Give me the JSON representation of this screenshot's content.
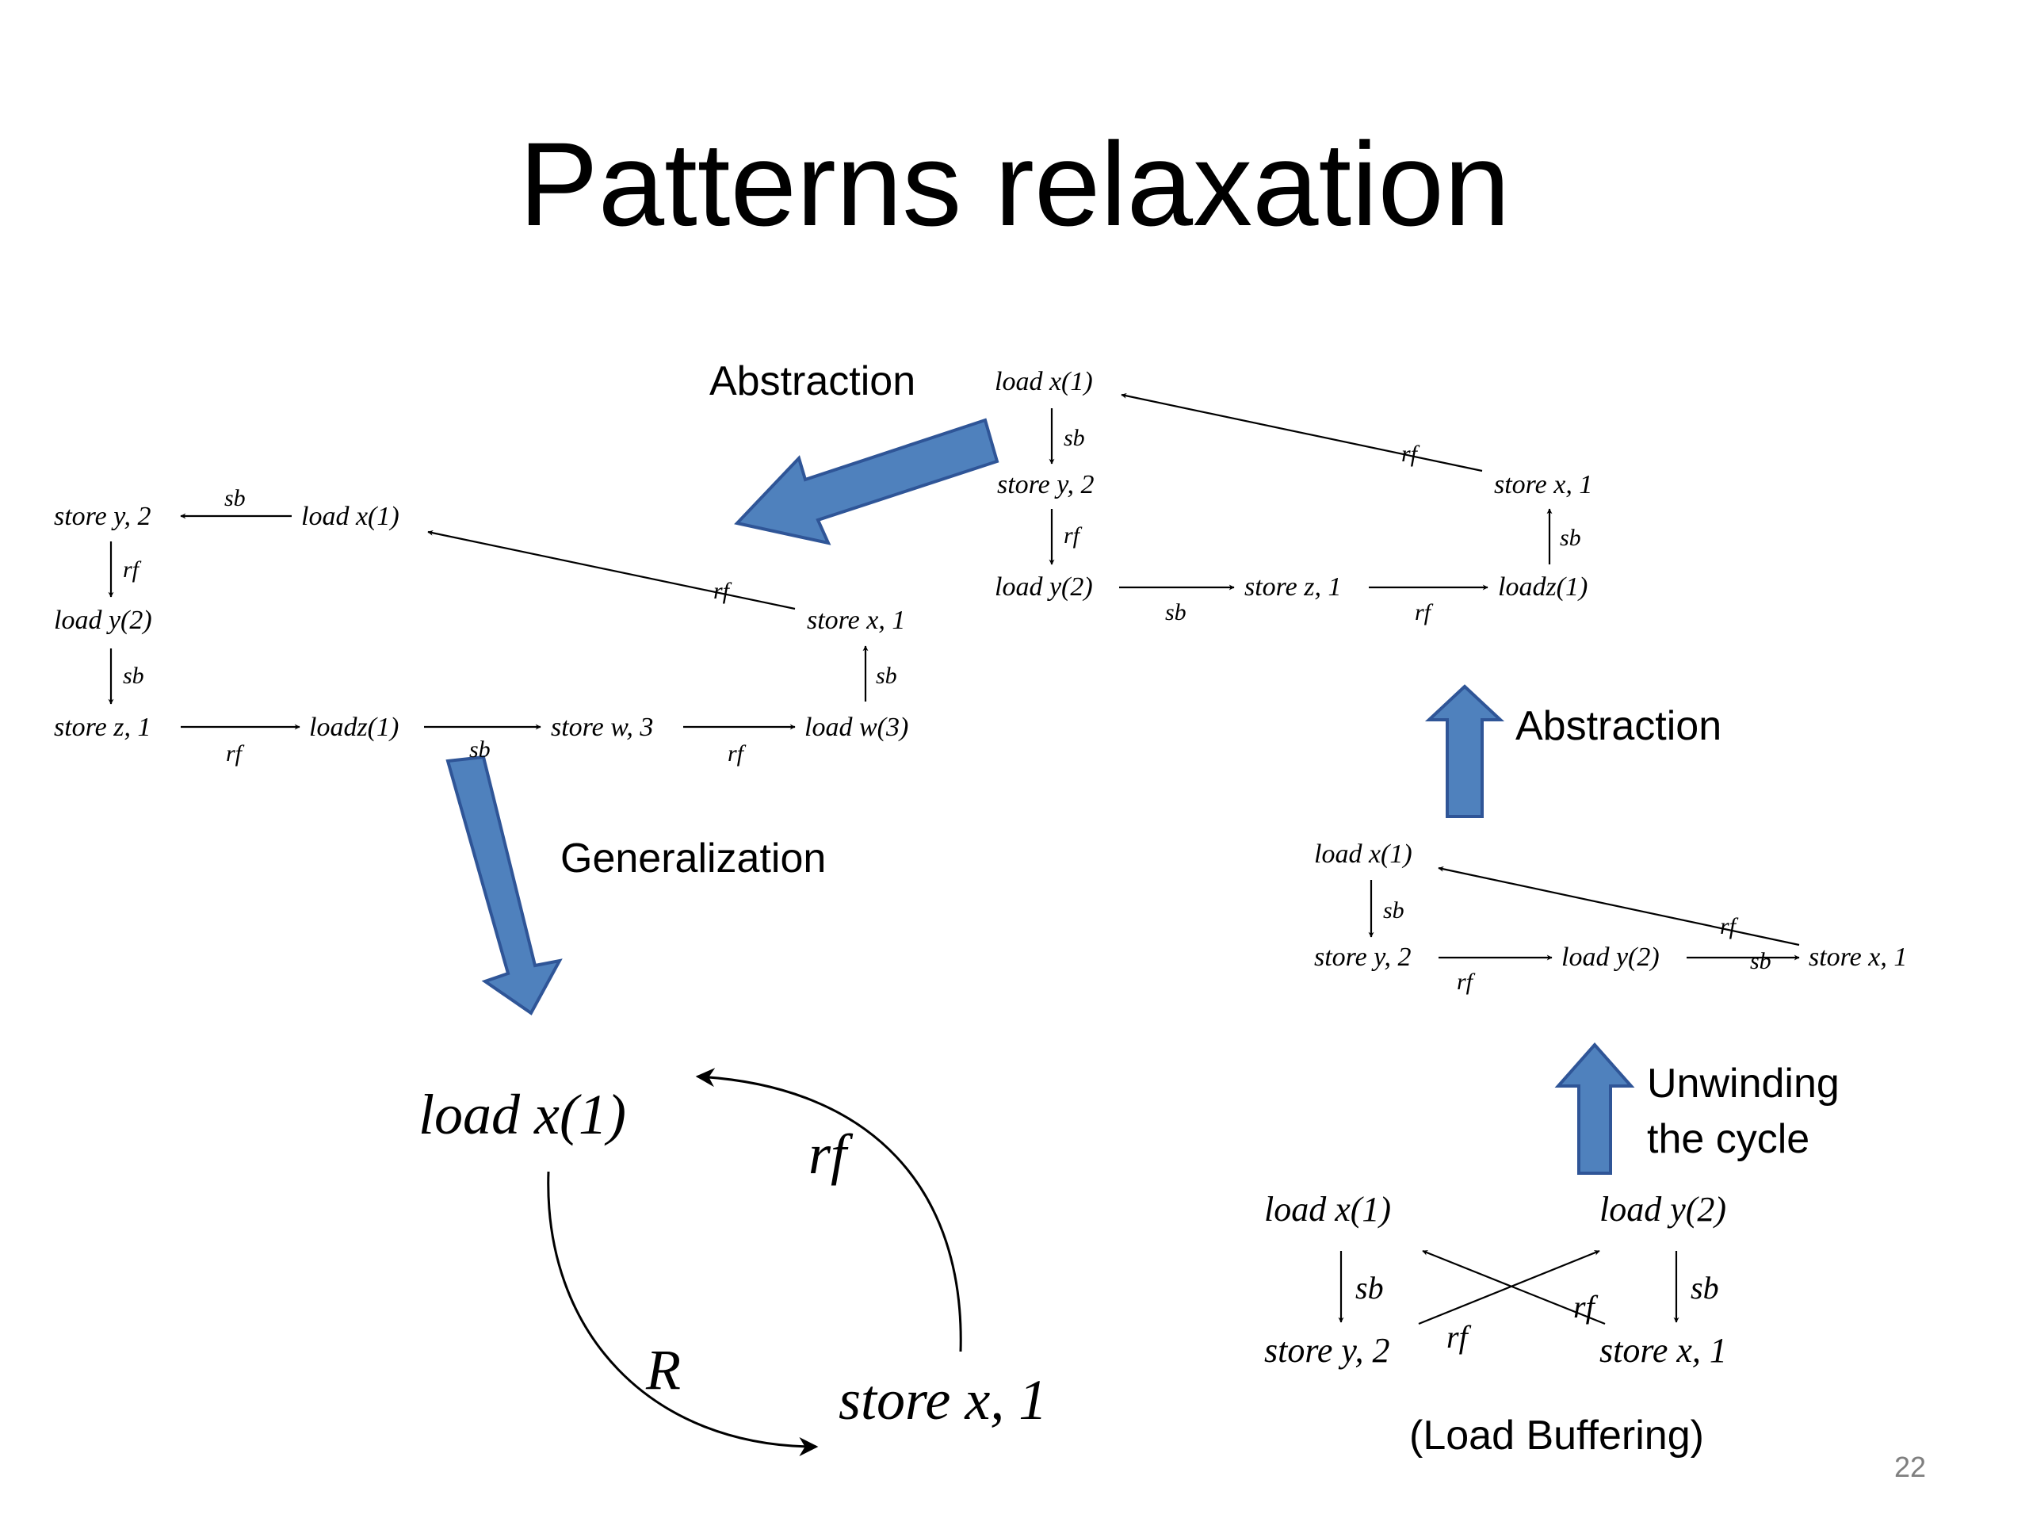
{
  "slide": {
    "title": "Patterns relaxation",
    "page_number": "22"
  },
  "captions": {
    "abstraction_top": "Abstraction",
    "abstraction_right": "Abstraction",
    "generalization": "Generalization",
    "unwinding_line1": "Unwinding",
    "unwinding_line2": "the cycle",
    "load_buffering": "(Load Buffering)"
  },
  "graphs": {
    "top_right": {
      "nodes": {
        "n1": "load x(1)",
        "n2": "store y, 2",
        "n3": "load y(2)",
        "n4": "store z, 1",
        "n5": "loadz(1)",
        "n6": "store x, 1"
      },
      "edges": {
        "e1": "sb",
        "e2": "rf",
        "e3": "sb",
        "e4": "rf",
        "e5": "sb",
        "e6": "rf"
      }
    },
    "top_left": {
      "nodes": {
        "n1": "store y, 2",
        "n2": "load x(1)",
        "n3": "load y(2)",
        "n4": "store z, 1",
        "n5": "loadz(1)",
        "n6": "store w, 3",
        "n7": "load w(3)",
        "n8": "store x, 1"
      },
      "edges": {
        "e1": "sb",
        "e2": "rf",
        "e3": "sb",
        "e4": "rf",
        "e5": "sb",
        "e6": "rf",
        "e7": "sb",
        "e8": "rf"
      }
    },
    "middle_right": {
      "nodes": {
        "n1": "load x(1)",
        "n2": "store y, 2",
        "n3": "load y(2)",
        "n4": "store x, 1"
      },
      "edges": {
        "e1": "sb",
        "e2": "rf",
        "e3": "sb",
        "e4": "rf"
      }
    },
    "load_buffering": {
      "nodes": {
        "n1": "load x(1)",
        "n2": "load y(2)",
        "n3": "store y, 2",
        "n4": "store x, 1"
      },
      "edges": {
        "e1": "sb",
        "e2": "sb",
        "e3": "rf",
        "e4": "rf"
      }
    },
    "generalized": {
      "nodes": {
        "n1": "load x(1)",
        "n2": "store x, 1"
      },
      "edges": {
        "e1": "rf",
        "e2": "R"
      }
    }
  }
}
